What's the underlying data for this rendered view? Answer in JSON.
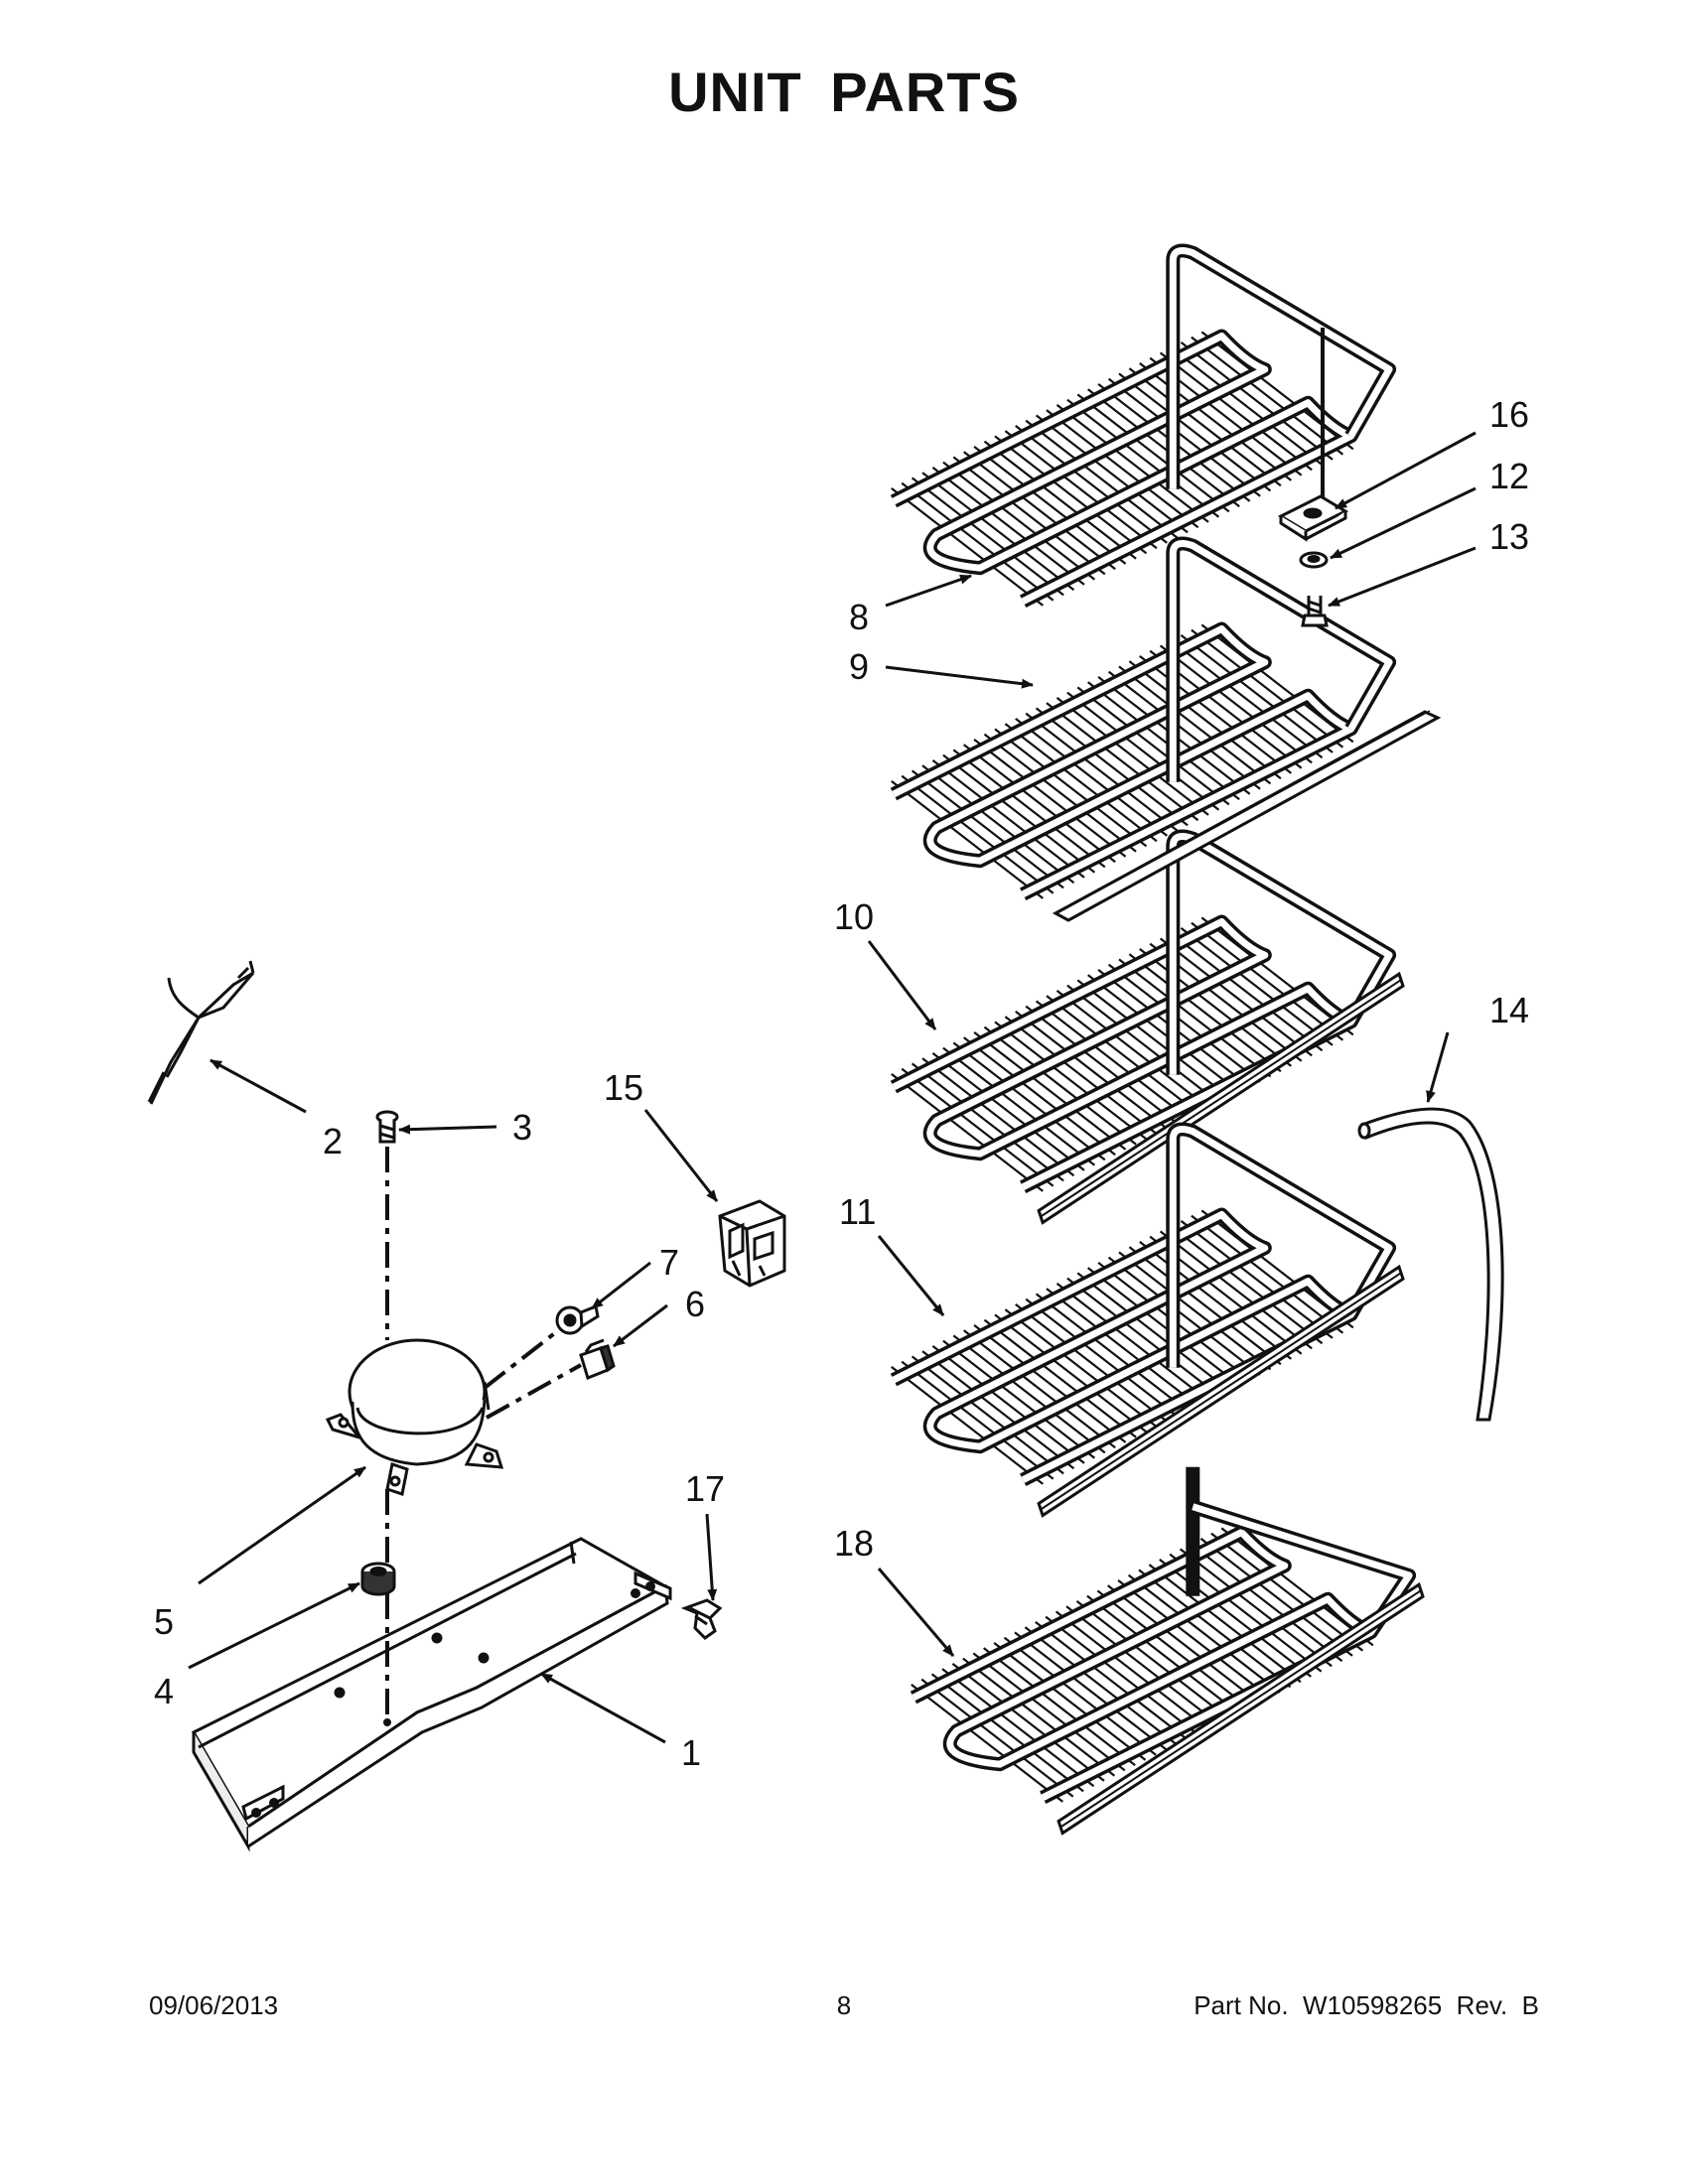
{
  "page": {
    "title": "UNIT PARTS"
  },
  "callouts": [
    "1",
    "2",
    "3",
    "4",
    "5",
    "6",
    "7",
    "8",
    "9",
    "10",
    "11",
    "12",
    "13",
    "14",
    "15",
    "16",
    "17",
    "18"
  ],
  "footer": {
    "date": "09/06/2013",
    "page_number": "8",
    "part_number": "Part No.  W10598265  Rev.  B"
  }
}
